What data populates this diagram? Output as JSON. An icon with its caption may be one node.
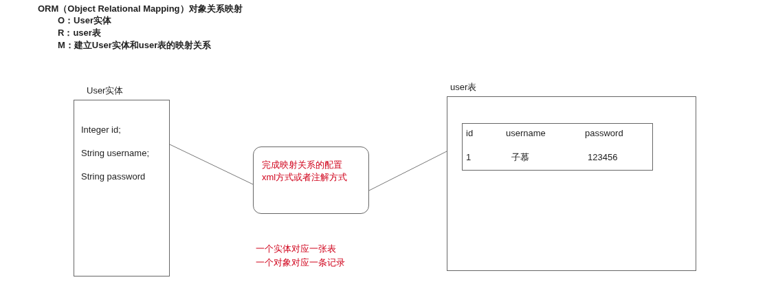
{
  "diagram": {
    "title": "ORM（Object Relational Mapping）对象关系映射",
    "nodes": [
      {
        "text": [
          "User实体",
          "Integer id;",
          "String username;",
          "String password"
        ]
      },
      {
        "text": [
          "完成映射关系的配置",
          "xml方式或者注解方式"
        ]
      },
      {
        "text": [
          "user表"
        ]
      },
      {
        "text": [
          "id",
          "username",
          "password",
          "1",
          "子慕",
          "123456"
        ],
        "in": 2
      }
    ],
    "edges": [
      {
        "from": 0,
        "to": 1,
        "arrow": "none"
      },
      {
        "from": 1,
        "to": 2,
        "arrow": "none"
      }
    ],
    "labels": [
      "O：User实体",
      "R：user表",
      "M：建立User实体和user表的映射关系",
      "一个实体对应一张表",
      "一个对象对应一条记录"
    ]
  }
}
